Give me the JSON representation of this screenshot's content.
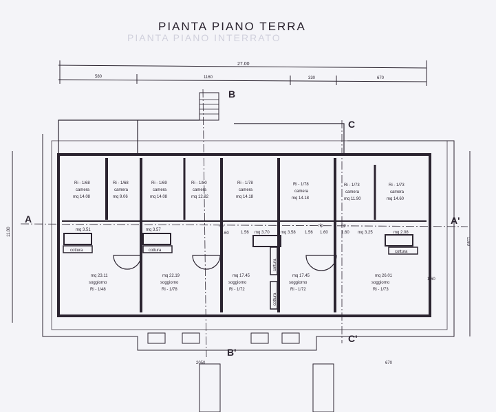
{
  "title": "PIANTA PIANO TERRA",
  "ghost_title": "PIANTA PIANO INTERRATO",
  "dimensions": {
    "total": "27.00",
    "d1": "580",
    "d2": "1160",
    "d3": "330",
    "d4": "670",
    "bottom_left": "2050",
    "bottom_right": "670",
    "left_side": "11.80",
    "right_side": "1180"
  },
  "sections": {
    "a": "A",
    "a2": "A'",
    "b": "B",
    "b2": "B'",
    "c": "C",
    "c2": "C'"
  },
  "bedrooms": [
    {
      "code": "Ri - 1/68",
      "name": "camera",
      "area": "mq 14.08"
    },
    {
      "code": "Ri - 1/68",
      "name": "camera",
      "area": "mq 9.06"
    },
    {
      "code": "Ri - 1/69",
      "name": "camera",
      "area": "mq 14.08"
    },
    {
      "code": "Ri - 1/80",
      "name": "camera",
      "area": "mq 12.32"
    },
    {
      "code": "Ri - 1/78",
      "name": "camera",
      "area": "mq 14.18"
    },
    {
      "code": "Ri - 1/78",
      "name": "camera",
      "area": "mq 14.18"
    },
    {
      "code": "Ri - 1/73",
      "name": "camera",
      "area": "mq 11.90"
    },
    {
      "code": "Ri - 1/73",
      "name": "camera",
      "area": "mq 14.60"
    }
  ],
  "living_rooms": [
    {
      "area": "mq 23.11",
      "name": "soggiorno",
      "code": "Ri - 1/48"
    },
    {
      "area": "mq 22.19",
      "name": "soggiorno",
      "code": "Ri - 1/78"
    },
    {
      "area": "mq 17.45",
      "name": "soggiorno",
      "code": "Ri - 1/72"
    },
    {
      "area": "mq 17.45",
      "name": "soggiorno",
      "code": "Ri - 1/72"
    },
    {
      "area": "mq 26.01",
      "name": "soggiorno",
      "code": "Ri - 1/73"
    }
  ],
  "kitchens": [
    "cottura",
    "cottura",
    "cottura",
    "cottura",
    "cottura"
  ],
  "bathrooms": [
    "mq 3.51",
    "mq 3.57",
    "mq 3.70",
    "mq 3.58",
    "mq 3.25",
    "mq 2.08"
  ],
  "small_dims": [
    "1.60",
    "1.56",
    "1.56",
    "1.60",
    "1.60",
    "1.60",
    "rip",
    "rip",
    "rip"
  ]
}
